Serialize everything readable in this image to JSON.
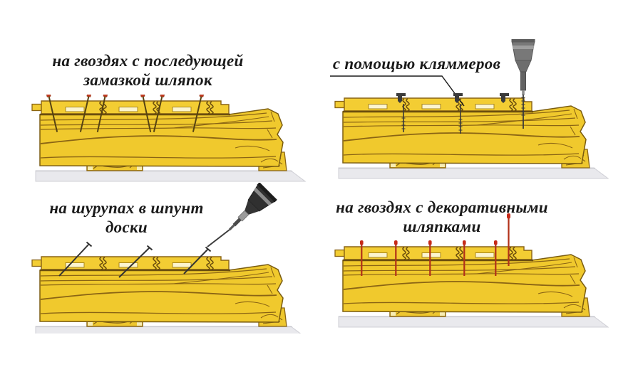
{
  "figure": {
    "language": "ru",
    "topic": "ways of fastening wooden lining boards",
    "methods": [
      {
        "id": "nails-puttied",
        "caption_line1": "на гвоздях с последующей",
        "caption_line2": "замазкой шляпок"
      },
      {
        "id": "klammers",
        "caption_line1": "с помощью кляммеров"
      },
      {
        "id": "screws-tongue",
        "caption_line1": "на шурупах в шпунт",
        "caption_line2": "доски"
      },
      {
        "id": "nails-decorative",
        "caption_line1": "на гвоздях с декоративными",
        "caption_line2": "шляпками"
      }
    ],
    "icons": {
      "screwdriver": "screwdriver-icon",
      "screw": "screw-icon",
      "nail": "nail-icon",
      "klammer": "klammer-clip-icon",
      "pointer": "pointer-line"
    },
    "colors": {
      "background": "#ffffff",
      "board_yellow": "#f0c92d",
      "strip_yellow": "#f3cd33",
      "wood_outline": "#7a5c10",
      "wood_grain": "#8a6414",
      "notch_cream": "#fcf5cf",
      "foundation_gray": "#e9e9ed",
      "nail_head_red": "#c6301c",
      "nail_shaft_red": "#b23018",
      "fastener_dark": "#3a3a3a",
      "tool_gray": "#787878",
      "tool_dark": "#303030",
      "caption_text": "#1a1a1a"
    }
  }
}
